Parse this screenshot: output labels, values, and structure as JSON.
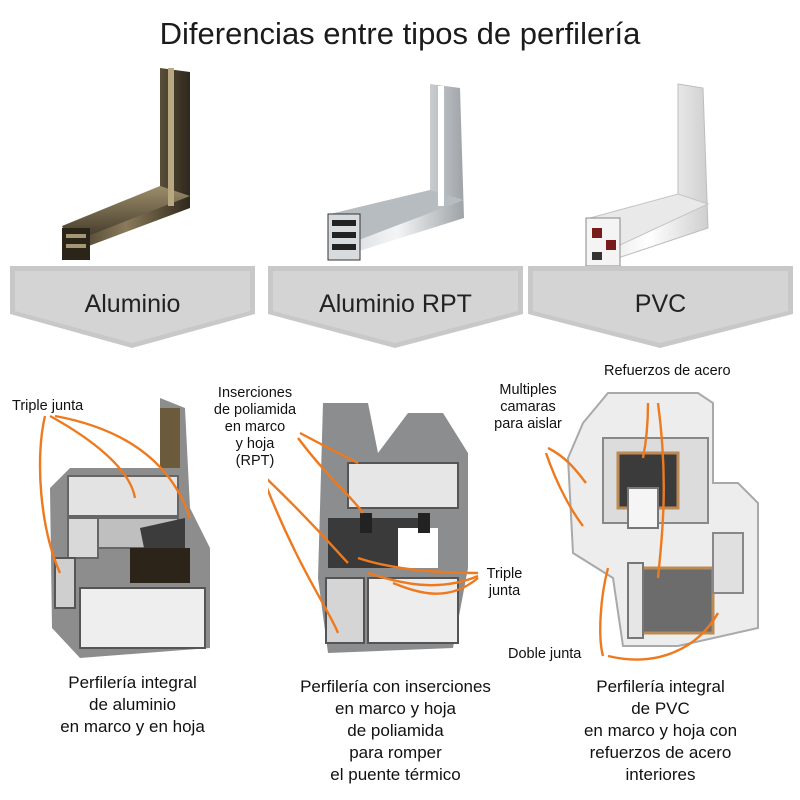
{
  "title": "Diferencias entre tipos de perfilería",
  "columns": [
    {
      "label": "Aluminio",
      "callouts": [
        "Triple junta"
      ],
      "caption": "Perfilería integral\nde aluminio\nen marco y en hoja"
    },
    {
      "label": "Aluminio RPT",
      "callouts": [
        "Inserciones\nde poliamida\nen marco\ny hoja\n(RPT)",
        "Triple junta"
      ],
      "caption": "Perfilería con inserciones\nen marco y hoja\nde poliamida\npara romper\nel puente térmico"
    },
    {
      "label": "PVC",
      "callouts": [
        "Refuerzos de acero",
        "Multiples\ncamaras\npara aislar",
        "Doble junta"
      ],
      "caption": "Perfilería integral\nde PVC\nen marco y hoja con\nrefuerzos de acero\ninteriores"
    }
  ],
  "colors": {
    "arrow": "#ee7a1f",
    "chevron": "#c8c8c8",
    "aluminium": "#5b5140",
    "rpt": "#bfc4c8",
    "pvc": "#f2f2f2"
  }
}
